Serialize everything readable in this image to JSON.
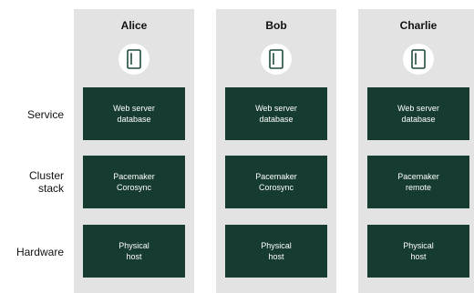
{
  "rows": [
    {
      "label_lines": [
        "Service"
      ]
    },
    {
      "label_lines": [
        "Cluster",
        "stack"
      ]
    },
    {
      "label_lines": [
        "Hardware"
      ]
    }
  ],
  "columns": [
    {
      "title": "Alice",
      "icon": "server-icon",
      "cells": [
        [
          "Web server",
          "database"
        ],
        [
          "Pacemaker",
          "Corosync"
        ],
        [
          "Physical",
          "host"
        ]
      ]
    },
    {
      "title": "Bob",
      "icon": "server-icon",
      "cells": [
        [
          "Web server",
          "database"
        ],
        [
          "Pacemaker",
          "Corosync"
        ],
        [
          "Physical",
          "host"
        ]
      ]
    },
    {
      "title": "Charlie",
      "icon": "server-icon",
      "cells": [
        [
          "Web server",
          "database"
        ],
        [
          "Pacemaker",
          "remote"
        ],
        [
          "Physical",
          "host"
        ]
      ]
    }
  ],
  "colors": {
    "tile": "#163b30",
    "column_bg": "#e3e3e3",
    "icon_stroke": "#1f4a3c"
  }
}
